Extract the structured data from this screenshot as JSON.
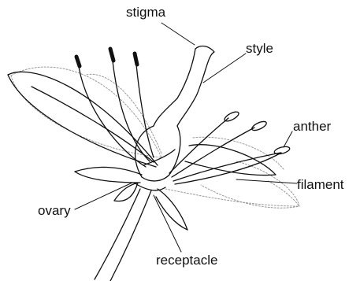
{
  "labels": {
    "stigma": "stigma",
    "style": "style",
    "anther": "anther",
    "filament": "filament",
    "ovary": "ovary",
    "receptacle": "receptacle"
  },
  "colors": {
    "line": "#111111",
    "petal_outline": "#999999",
    "background": "#ffffff"
  }
}
